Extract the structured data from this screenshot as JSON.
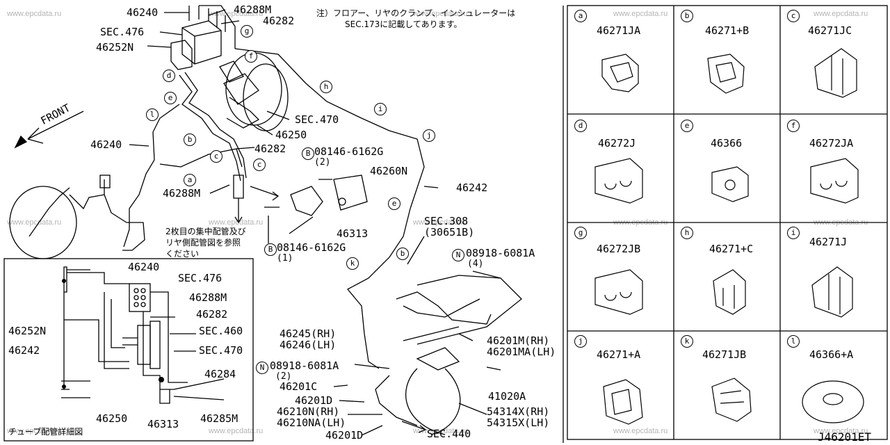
{
  "watermark": "www.epcdata.ru",
  "diagram_code": "J46201ET",
  "note": {
    "line1": "注）フロアー、リヤのクランプ、インシュレーターは",
    "line2": "SEC.173に記載してあります。"
  },
  "front_label": "FRONT",
  "main_labels": {
    "p46240_top": "46240",
    "p46288M_top": "46288M",
    "p46282_top": "46282",
    "sec476": "SEC.476",
    "p46252N": "46252N",
    "sec470": "SEC.470",
    "p46250": "46250",
    "p46240_left": "46240",
    "p46282_mid": "46282",
    "p46288M_mid": "46288M",
    "bolt1": "08146-6162G",
    "bolt1_qty": "(2)",
    "p46260N": "46260N",
    "p46242": "46242",
    "p46313": "46313",
    "bolt2": "08146-6162G",
    "bolt2_qty": "(1)",
    "sec308": "SEC.308",
    "sec308_sub": "(30651B)",
    "nut1": "08918-6081A",
    "nut1_qty": "(4)",
    "p46245": "46245(RH)",
    "p46246": "46246(LH)",
    "p46201M": "46201M(RH)",
    "p46201MA": "46201MA(LH)",
    "nut2": "08918-6081A",
    "nut2_qty": "(2)",
    "p46201C": "46201C",
    "p46201D_1": "46201D",
    "p46210N": "46210N(RH)",
    "p46210NA": "46210NA(LH)",
    "p46201D_2": "46201D",
    "p41020A": "41020A",
    "p54314X": "54314X(RH)",
    "p54315X": "54315X(LH)",
    "sec440": "SEC.440",
    "jp_note1": "2枚目の集中配管及び",
    "jp_note2": "リヤ側配管図を参照",
    "jp_note3": "ください",
    "bolt_symbol": "B",
    "nut_symbol": "N"
  },
  "inset": {
    "title": "チューブ配管詳細図",
    "labels": {
      "p46240": "46240",
      "sec476": "SEC.476",
      "p46288M": "46288M",
      "p46282": "46282",
      "p46252N": "46252N",
      "sec460": "SEC.460",
      "p46242": "46242",
      "sec470": "SEC.470",
      "p46284": "46284",
      "p46250": "46250",
      "p46313": "46313",
      "p46285M": "46285M"
    }
  },
  "callout_letters": [
    "a",
    "b",
    "c",
    "d",
    "e",
    "f",
    "g",
    "h",
    "i",
    "j",
    "k",
    "l"
  ],
  "clip_grid": [
    {
      "letter": "a",
      "part": "46271JA"
    },
    {
      "letter": "b",
      "part": "46271+B"
    },
    {
      "letter": "c",
      "part": "46271JC"
    },
    {
      "letter": "d",
      "part": "46272J"
    },
    {
      "letter": "e",
      "part": "46366"
    },
    {
      "letter": "f",
      "part": "46272JA"
    },
    {
      "letter": "g",
      "part": "46272JB"
    },
    {
      "letter": "h",
      "part": "46271+C"
    },
    {
      "letter": "i",
      "part": "46271J"
    },
    {
      "letter": "j",
      "part": "46271+A"
    },
    {
      "letter": "k",
      "part": "46271JB"
    },
    {
      "letter": "l",
      "part": "46366+A"
    }
  ]
}
